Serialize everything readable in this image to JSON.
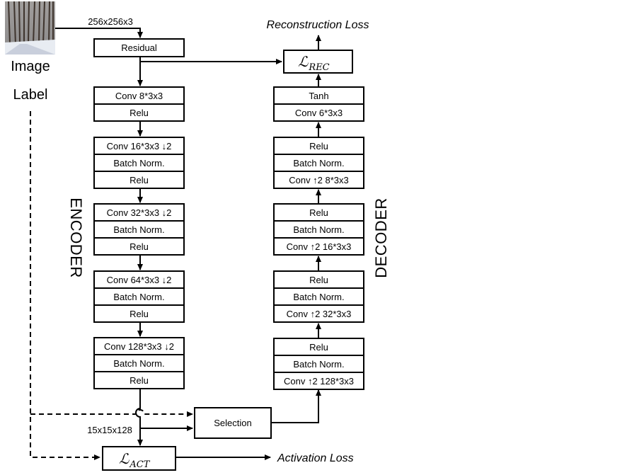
{
  "input": {
    "image_label": "Image",
    "label_label": "Label",
    "input_size": "256x256x3"
  },
  "encoder": {
    "title": "ENCODER",
    "residual": "Residual",
    "block1": [
      "Conv 8*3x3",
      "Relu"
    ],
    "block2": [
      "Conv 16*3x3 ↓2",
      "Batch Norm.",
      "Relu"
    ],
    "block3": [
      "Conv 32*3x3 ↓2",
      "Batch Norm.",
      "Relu"
    ],
    "block4": [
      "Conv 64*3x3 ↓2",
      "Batch Norm.",
      "Relu"
    ],
    "block5": [
      "Conv 128*3x3 ↓2",
      "Batch Norm.",
      "Relu"
    ],
    "output_size": "15x15x128"
  },
  "decoder": {
    "title": "DECODER",
    "block_out": [
      "Tanh",
      "Conv 6*3x3"
    ],
    "block_a": [
      "Relu",
      "Batch Norm.",
      "Conv ↑2 8*3x3"
    ],
    "block_b": [
      "Relu",
      "Batch Norm.",
      "Conv ↑2 16*3x3"
    ],
    "block_c": [
      "Relu",
      "Batch Norm.",
      "Conv ↑2 32*3x3"
    ],
    "block_d": [
      "Relu",
      "Batch Norm.",
      "Conv ↑2 128*3x3"
    ]
  },
  "selection": "Selection",
  "losses": {
    "rec_symbol": "ℒ",
    "rec_sub": "REC",
    "rec_label": "Reconstruction Loss",
    "act_symbol": "ℒ",
    "act_sub": "ACT",
    "act_label": "Activation Loss"
  },
  "colors": {
    "line": "#000000",
    "box_fill": "#ffffff"
  }
}
